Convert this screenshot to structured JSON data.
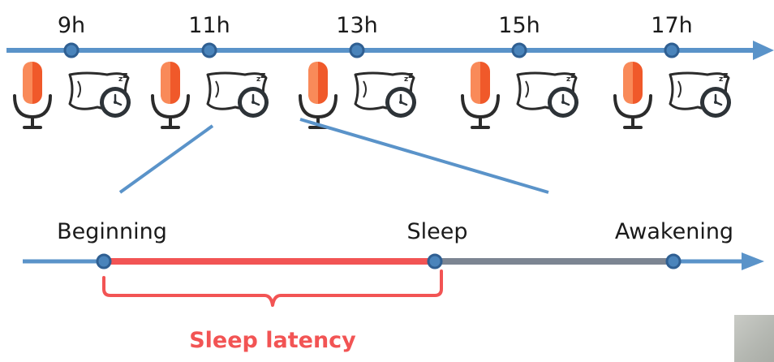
{
  "timeline": {
    "hours": [
      "9h",
      "11h",
      "13h",
      "15h",
      "17h"
    ],
    "session_icons": [
      "microphone-icon",
      "pillow-icon",
      "clock-icon"
    ]
  },
  "detail": {
    "start_label": "Beginning",
    "sleep_label": "Sleep",
    "wake_label": "Awakening",
    "latency_label": "Sleep latency"
  },
  "colors": {
    "axis": "#5a93c9",
    "node_fill": "#4a84bb",
    "node_stroke": "#2f5f92",
    "latency": "#f25454",
    "sleep_bar": "#7c8592",
    "mic_body": "#f0592a",
    "mic_highlight": "#f98a59",
    "mic_stand": "#2b2b2b",
    "pillow": "#ffffff",
    "clock": "#2d3338"
  }
}
